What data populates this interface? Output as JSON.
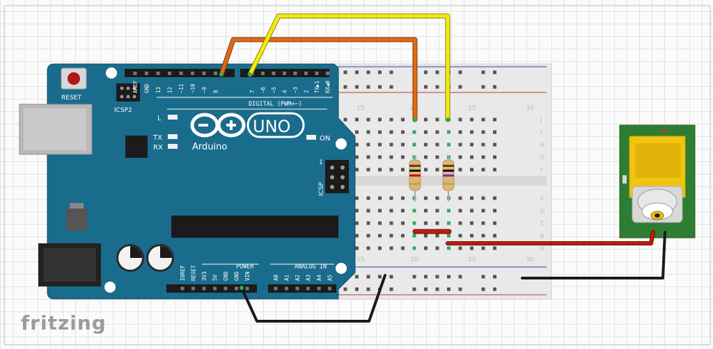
{
  "watermark": "fritzing",
  "arduino": {
    "brand": "Arduino",
    "model": "UNO",
    "reset_label": "RESET",
    "icsp2_label": "ICSP2",
    "icsp_label": "ICSP",
    "icsp_pin1": "1",
    "digital_label": "DIGITAL (PWM=~)",
    "power_label": "POWER",
    "analog_label": "ANALOG IN",
    "led_l": "L",
    "led_tx": "TX",
    "led_rx": "RX",
    "led_on": "ON",
    "digital_pins": [
      "AREF",
      "GND",
      "13",
      "12",
      "~11",
      "~10",
      "~9",
      "8",
      "7",
      "~6",
      "~5",
      "4",
      "~3",
      "2",
      "TX▶1",
      "RX◀0"
    ],
    "power_pins": [
      "IOREF",
      "RESET",
      "3V3",
      "5V",
      "GND",
      "GND",
      "VIN"
    ],
    "analog_pins": [
      "A0",
      "A1",
      "A2",
      "A3",
      "A4",
      "A5"
    ]
  },
  "breadboard": {
    "col_numbers": [
      "15",
      "20",
      "25",
      "30"
    ],
    "row_letters_top": [
      "J",
      "I",
      "H",
      "G",
      "F"
    ],
    "row_letters_bottom": [
      "E",
      "D",
      "C",
      "B",
      "A"
    ]
  },
  "colors": {
    "board": "#1a6c8c",
    "wire_orange": "#e06a12",
    "wire_yellow": "#f5ea12",
    "wire_red": "#c01b0f",
    "wire_black": "#1a1a1a",
    "module_green": "#2e7d32"
  }
}
